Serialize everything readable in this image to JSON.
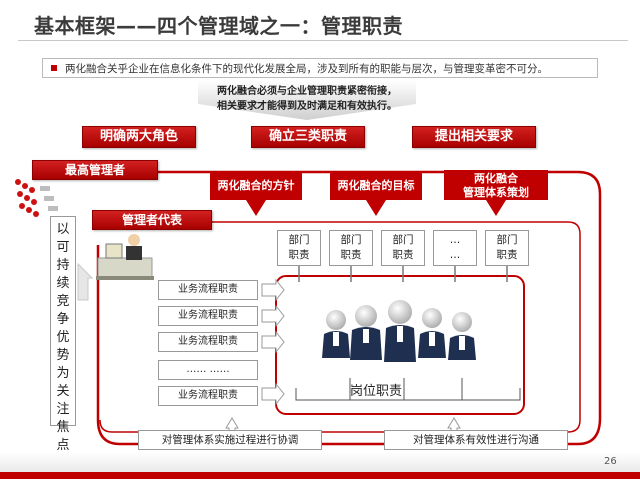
{
  "slide": {
    "title": "基本框架——四个管理域之一：管理职责",
    "info_text": "两化融合关乎企业在信息化条件下的现代化发展全局，涉及到所有的职能与层次，与管理变革密不可分。",
    "note_line1": "两化融合必须与企业管理职责紧密衔接，",
    "note_line2": "相关要求才能得到及时满足和有效执行。",
    "roles": [
      "明确两大角色",
      "确立三类职责",
      "提出相关要求"
    ],
    "top_manager": "最高管理者",
    "manager_rep": "管理者代表",
    "policy1": "两化融合的方针",
    "policy2": "两化融合的目标",
    "policy3_line1": "两化融合",
    "policy3_line2": "管理体系策划",
    "dept_top": [
      "部门",
      "部门",
      "部门",
      "…",
      "部门"
    ],
    "dept_bottom": [
      "职责",
      "职责",
      "职责",
      "…",
      "职责"
    ],
    "process_items": [
      "业务流程职责",
      "业务流程职责",
      "业务流程职责",
      "……  ……",
      "业务流程职责"
    ],
    "vertical_text": "以可持续竞争优势为关注焦点",
    "post_label": "岗位职责",
    "bottom_left": "对管理体系实施过程进行协调",
    "bottom_right": "对管理体系有效性进行沟通",
    "page_number": "26"
  },
  "colors": {
    "accent": "#c00000",
    "dark_red": "#a80000",
    "text": "#333333"
  }
}
